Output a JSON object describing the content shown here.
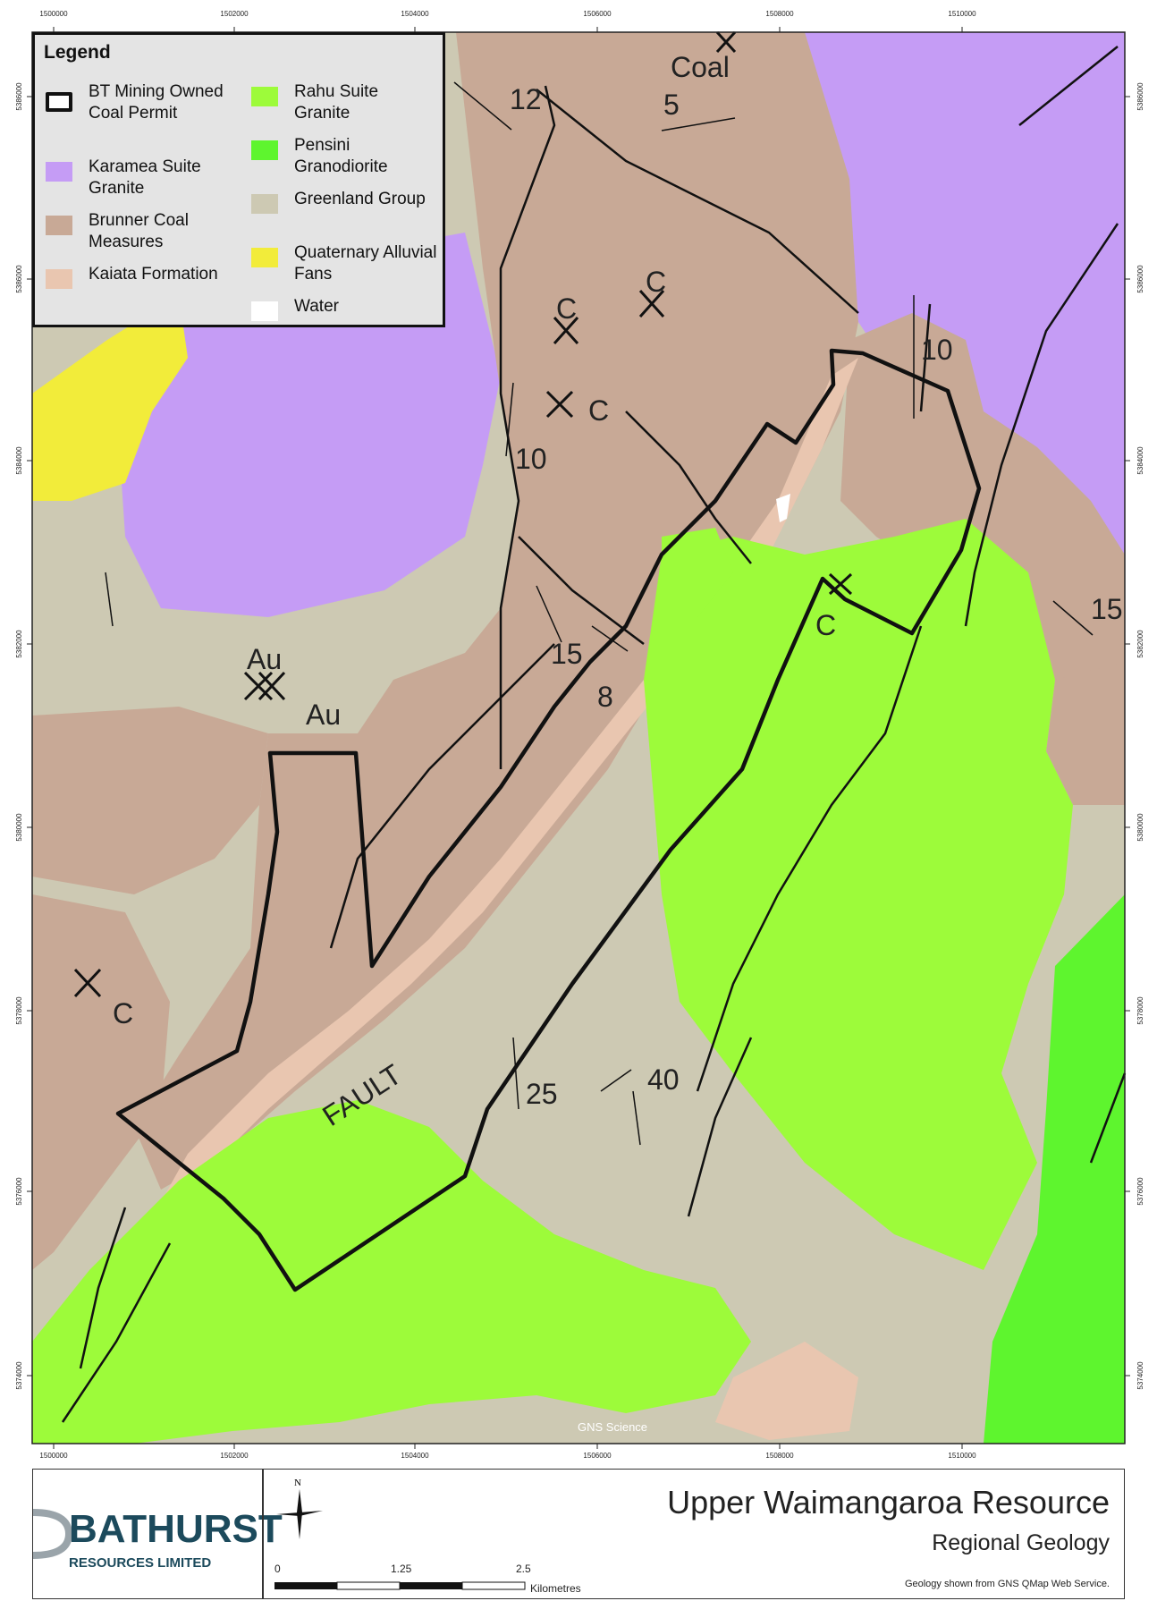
{
  "map": {
    "x_ticks": [
      "1500000",
      "1502000",
      "1504000",
      "1506000",
      "1508000",
      "1510000"
    ],
    "y_ticks": [
      "5386000",
      "5386000",
      "5384000",
      "5382000",
      "5380000",
      "5378000",
      "5376000",
      "5374000"
    ],
    "attribution": "GNS Science",
    "labels": {
      "coal": "Coal",
      "au1": "Au",
      "au2": "Au",
      "c1": "C",
      "c2": "C",
      "c3": "C",
      "c4": "C",
      "c5": "C",
      "fault": "FAULT",
      "d12": "12",
      "d5": "5",
      "d10a": "10",
      "d10b": "10",
      "d15a": "15",
      "d15b": "15",
      "d8": "8",
      "d25": "25",
      "d40": "40"
    },
    "colors": {
      "karamea": "#c59cf5",
      "brunner": "#c8a996",
      "kaiata": "#e9c6b0",
      "greenland": "#cdc9b3",
      "rahu": "#9dfb3a",
      "pensini": "#5ef52e",
      "quaternary": "#f2ec3a",
      "water": "#ffffff",
      "permit": "#111111"
    }
  },
  "legend": {
    "title": "Legend",
    "items": [
      {
        "label": "BT Mining Owned Coal Permit",
        "color": "#ffffff"
      },
      {
        "label": "Karamea Suite Granite",
        "color": "#c59cf5"
      },
      {
        "label": "Brunner Coal Measures",
        "color": "#c8a996"
      },
      {
        "label": "Kaiata Formation",
        "color": "#e9c6b0"
      },
      {
        "label": "Rahu Suite Granite",
        "color": "#9dfb3a"
      },
      {
        "label": "Pensini Granodiorite",
        "color": "#5ef52e"
      },
      {
        "label": "Greenland Group",
        "color": "#cdc9b3"
      },
      {
        "label": "Quaternary Alluvial Fans",
        "color": "#f2ec3a"
      },
      {
        "label": "Water",
        "color": "#ffffff"
      }
    ]
  },
  "footer": {
    "logo_name": "BATHURST",
    "logo_sub": "RESOURCES LIMITED",
    "north": "N",
    "scale": {
      "labels": [
        "0",
        "1.25",
        "2.5"
      ],
      "unit": "Kilometres"
    },
    "title": "Upper Waimangaroa Resource",
    "subtitle": "Regional Geology",
    "credit": "Geology shown from GNS QMap Web Service."
  }
}
